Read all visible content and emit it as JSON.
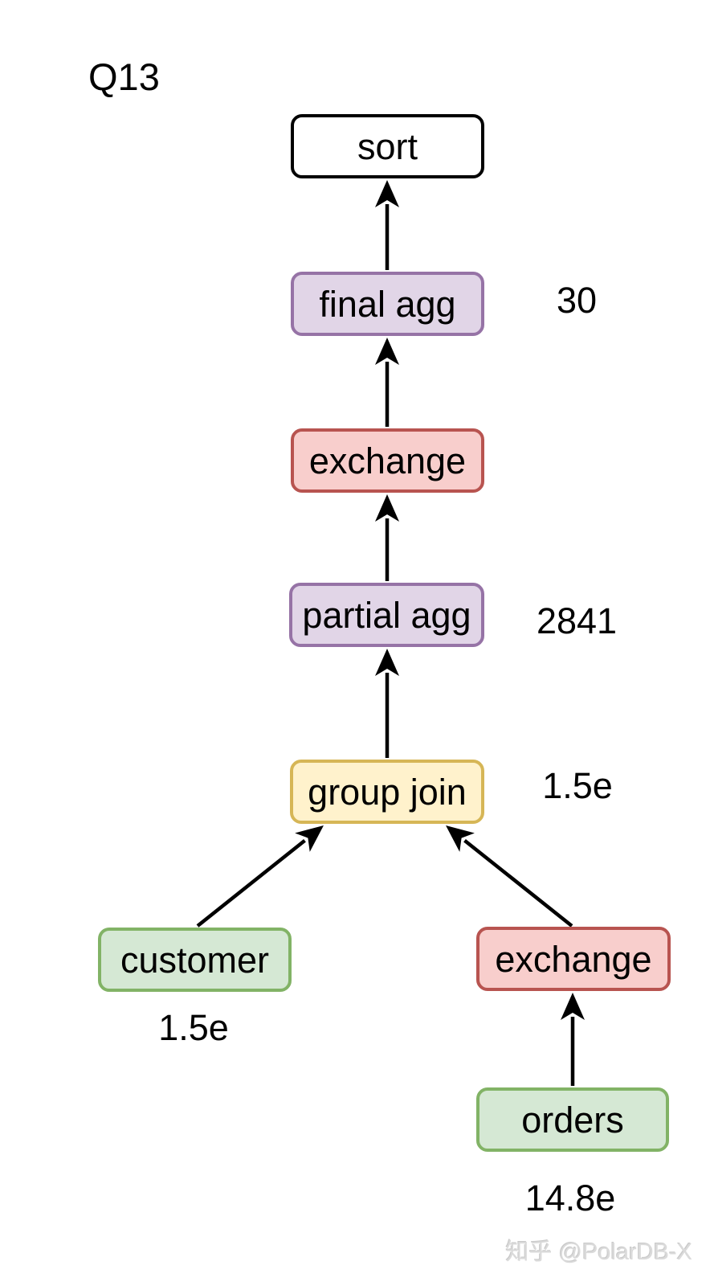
{
  "title": "Q13",
  "watermark": "知乎 @PolarDB-X",
  "diagram": {
    "type": "query-plan-tree",
    "nodes": [
      {
        "id": "sort",
        "label": "sort",
        "color": "white"
      },
      {
        "id": "final-agg",
        "label": "final agg",
        "color": "purple"
      },
      {
        "id": "exchange-upper",
        "label": "exchange",
        "color": "red"
      },
      {
        "id": "partial-agg",
        "label": "partial agg",
        "color": "purple"
      },
      {
        "id": "group-join",
        "label": "group join",
        "color": "yellow"
      },
      {
        "id": "customer",
        "label": "customer",
        "color": "green"
      },
      {
        "id": "exchange-lower",
        "label": "exchange",
        "color": "red"
      },
      {
        "id": "orders",
        "label": "orders",
        "color": "green"
      }
    ],
    "edges": [
      {
        "from": "final-agg",
        "to": "sort"
      },
      {
        "from": "exchange-upper",
        "to": "final-agg"
      },
      {
        "from": "partial-agg",
        "to": "exchange-upper"
      },
      {
        "from": "group-join",
        "to": "partial-agg"
      },
      {
        "from": "customer",
        "to": "group-join"
      },
      {
        "from": "exchange-lower",
        "to": "group-join"
      },
      {
        "from": "orders",
        "to": "exchange-lower"
      }
    ],
    "metrics": [
      {
        "node": "final-agg",
        "value": "30"
      },
      {
        "node": "partial-agg",
        "value": "2841"
      },
      {
        "node": "group-join",
        "value": "1.5e"
      },
      {
        "node": "customer",
        "value": "1.5e"
      },
      {
        "node": "orders",
        "value": "14.8e"
      }
    ]
  },
  "colors": {
    "purple_fill": "#e1d5e7",
    "purple_stroke": "#9673a6",
    "red_fill": "#f8cecc",
    "red_stroke": "#b85450",
    "yellow_fill": "#fff2cc",
    "yellow_stroke": "#d6b656",
    "green_fill": "#d5e8d4",
    "green_stroke": "#82b366",
    "plain_fill": "#ffffff",
    "plain_stroke": "#000000",
    "edge_color": "#000000",
    "watermark_color": "#dadada"
  }
}
